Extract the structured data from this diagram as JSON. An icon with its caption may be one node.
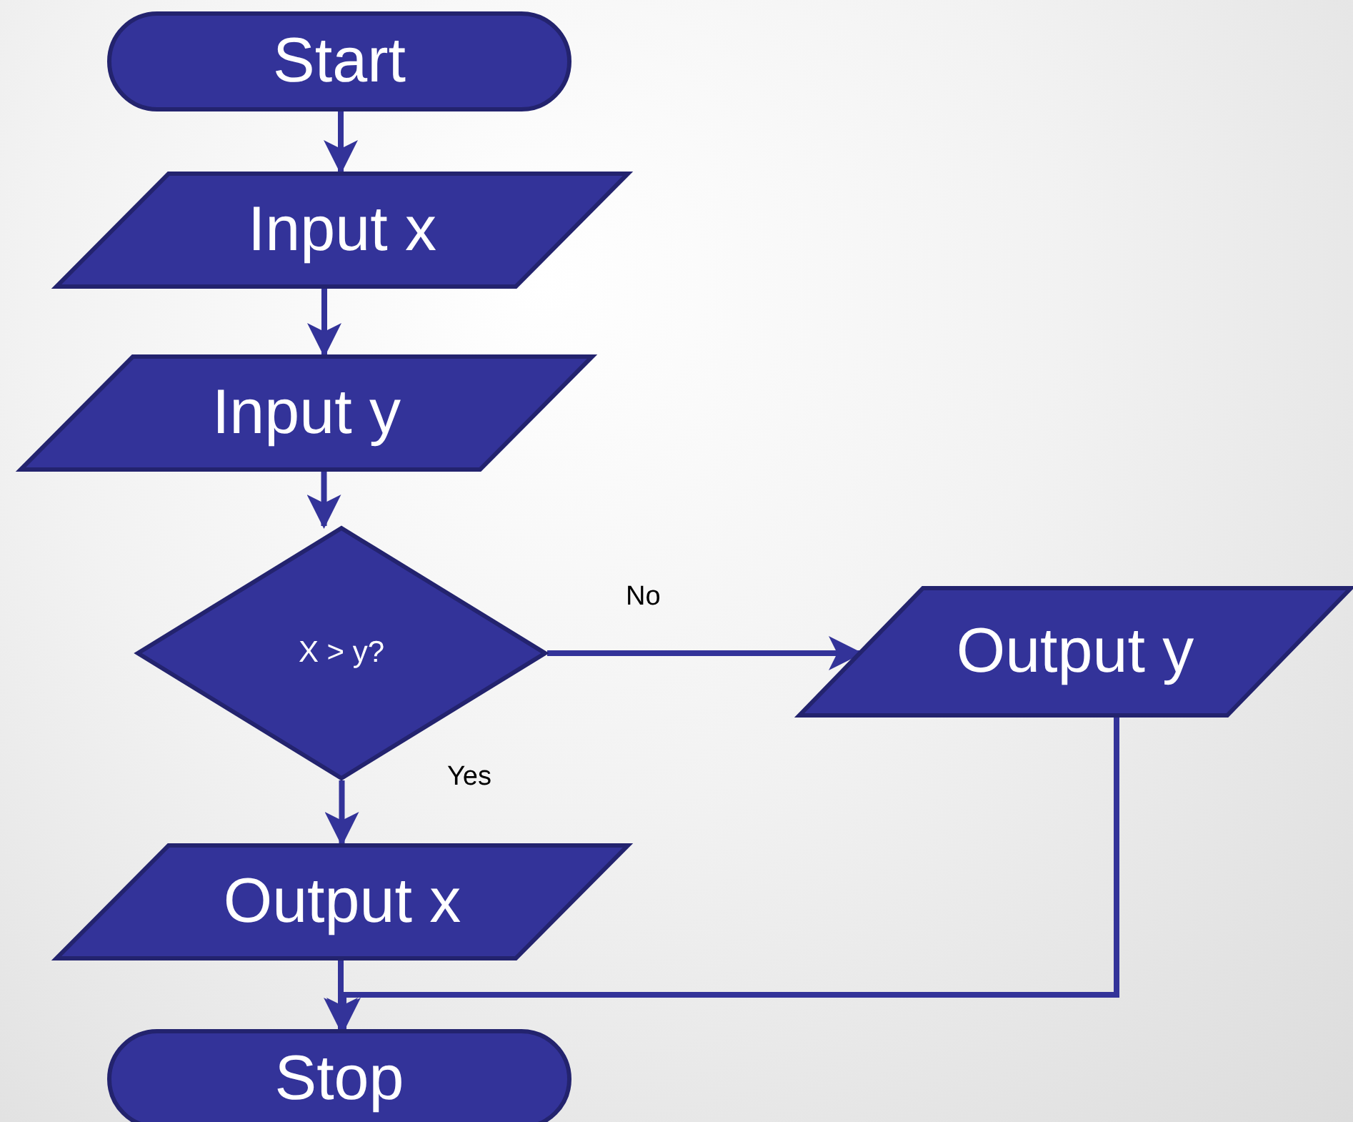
{
  "diagram": {
    "nodes": [
      {
        "text": [
          "Start"
        ]
      },
      {
        "text": [
          "Input x"
        ]
      },
      {
        "text": [
          "Input y"
        ]
      },
      {
        "text": [
          "X > y?"
        ]
      },
      {
        "text": [
          "Output y"
        ]
      },
      {
        "text": [
          "Output x"
        ]
      },
      {
        "text": [
          "Stop"
        ]
      }
    ],
    "edges": [
      {
        "from": 0,
        "to": 1,
        "arrow": "to"
      },
      {
        "from": 1,
        "to": 2,
        "arrow": "to"
      },
      {
        "from": 2,
        "to": 3,
        "arrow": "to"
      },
      {
        "from": 3,
        "to": 4,
        "arrow": "to",
        "label": "No"
      },
      {
        "from": 3,
        "to": 5,
        "arrow": "to",
        "label": "Yes"
      },
      {
        "from": 5,
        "to": 6,
        "arrow": "to"
      },
      {
        "from": 4,
        "to": 6,
        "arrow": "to"
      }
    ]
  }
}
